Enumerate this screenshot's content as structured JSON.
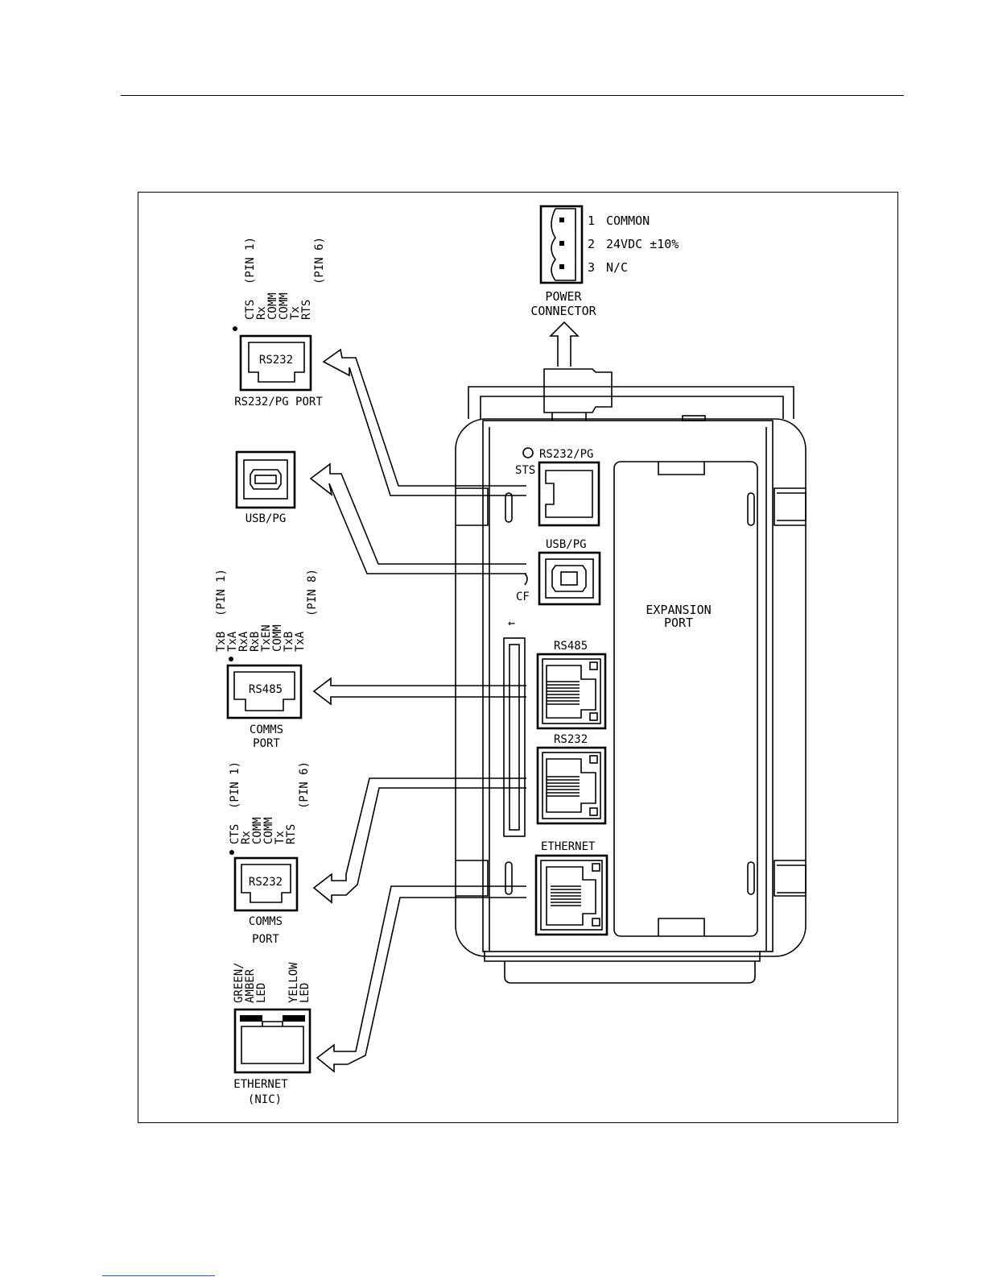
{
  "power": {
    "pins": [
      {
        "num": "1",
        "label": "COMMON"
      },
      {
        "num": "2",
        "label": "24VDC ±10%"
      },
      {
        "num": "3",
        "label": "N/C"
      }
    ],
    "title_line1": "POWER",
    "title_line2": "CONNECTOR"
  },
  "rs232pg": {
    "pins": [
      "CTS",
      "Rx",
      "COMM",
      "COMM",
      "Tx",
      "RTS"
    ],
    "pin_first": "(PIN 1)",
    "pin_last": "(PIN 6)",
    "jack_label": "RS232",
    "caption": "RS232/PG PORT"
  },
  "usbpg": {
    "caption": "USB/PG"
  },
  "rs485": {
    "pins": [
      "TxB",
      "TxA",
      "RxA",
      "RxB",
      "TxEN",
      "COMM",
      "TxB",
      "TxA"
    ],
    "pin_first": "(PIN 1)",
    "pin_last": "(PIN 8)",
    "jack_label": "RS485",
    "caption_line1": "COMMS",
    "caption_line2": "PORT"
  },
  "rs232comms": {
    "pins": [
      "CTS",
      "Rx",
      "COMM",
      "COMM",
      "Tx",
      "RTS"
    ],
    "pin_first": "(PIN 1)",
    "pin_last": "(PIN 6)",
    "jack_label": "RS232",
    "caption_line1": "COMMS",
    "caption_line2": "PORT"
  },
  "ethernet": {
    "led_left": [
      "GREEN/",
      "AMBER",
      "LED"
    ],
    "led_right": [
      "YELLOW",
      "LED"
    ],
    "caption_line1": "ETHERNET",
    "caption_line2": "(NIC)"
  },
  "device": {
    "sts": "STS",
    "rs232pg": "RS232/PG",
    "usbpg": "USB/PG",
    "cf": "CF",
    "arrow": "←",
    "rs485": "RS485",
    "rs232": "RS232",
    "ethernet": "ETHERNET",
    "expansion_line1": "EXPANSION",
    "expansion_line2": "PORT"
  }
}
